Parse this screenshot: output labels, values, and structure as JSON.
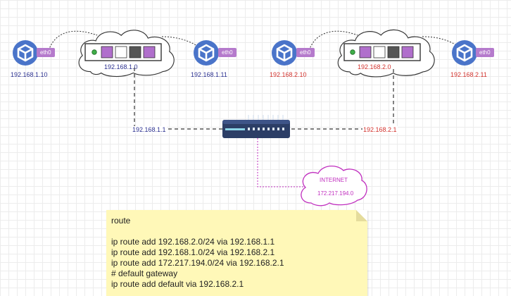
{
  "subnet_left": {
    "host_a": {
      "ip": "192.168.1.10",
      "iface": "eth0"
    },
    "host_b": {
      "ip": "192.168.1.11",
      "iface": "eth0"
    },
    "network": "192.168.1.0",
    "router_port": "192.168.1.1"
  },
  "subnet_right": {
    "host_a": {
      "ip": "192.168.2.10",
      "iface": "eth0"
    },
    "host_b": {
      "ip": "192.168.2.11",
      "iface": "eth0"
    },
    "network": "192.168.2.0",
    "router_port": "192.168.2.1"
  },
  "internet": {
    "title": "INTERNET",
    "network": "172.217.194.0"
  },
  "note": {
    "lines": [
      "route",
      "ip route add 192.168.2.0/24 via 192.168.1.1",
      "ip route add 192.168.1.0/24 via 192.168.2.1",
      "ip route add 172.217.194.0/24 via 192.168.2.1",
      "# default gateway",
      "ip route add default via 192.168.2.1"
    ]
  },
  "colors": {
    "left_text": "#2a2f8f",
    "right_text": "#d2322d",
    "host_icon": "#4a74c9",
    "iface_tag": "#b57acc",
    "switch_port_purple": "#b06fcc",
    "switch_port_dark": "#555555",
    "switch_led": "#3fae49",
    "internet": "#c02fbf",
    "note_bg": "#fff8b8"
  }
}
